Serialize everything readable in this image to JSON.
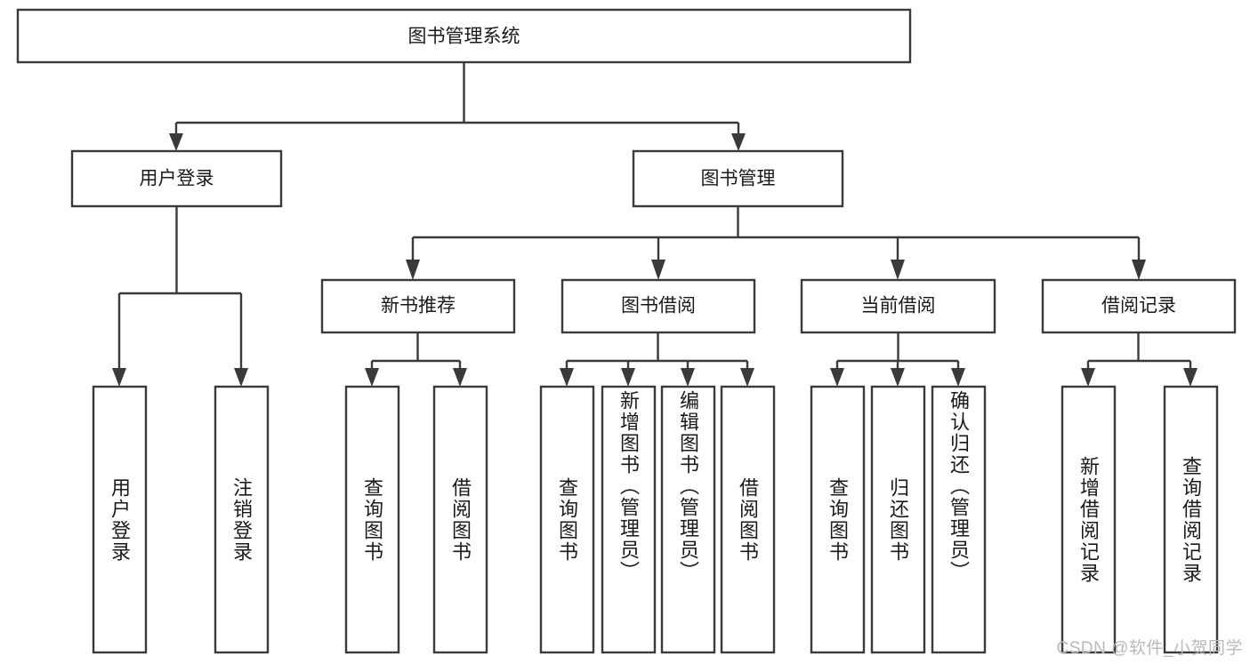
{
  "diagram": {
    "title": "图书管理系统",
    "type": "tree-hierarchy-diagram",
    "colors": {
      "stroke": "#3a3a3a",
      "box_fill": "#ffffff",
      "text": "#1a1a1a",
      "background": "#ffffff",
      "watermark": "#b9b9b9"
    },
    "root": {
      "label": "图书管理系统"
    },
    "level2": [
      {
        "label": "用户登录"
      },
      {
        "label": "图书管理"
      }
    ],
    "level3": [
      {
        "label": "新书推荐"
      },
      {
        "label": "图书借阅"
      },
      {
        "label": "当前借阅"
      },
      {
        "label": "借阅记录"
      }
    ],
    "leaves": {
      "user_login": [
        {
          "label": "用户登录"
        },
        {
          "label": "注销登录"
        }
      ],
      "new_book_recommend": [
        {
          "label": "查询图书"
        },
        {
          "label": "借阅图书"
        }
      ],
      "book_borrow": [
        {
          "label": "查询图书"
        },
        {
          "label": "新增图书（管理员）"
        },
        {
          "label": "编辑图书（管理员）"
        },
        {
          "label": "借阅图书"
        }
      ],
      "current_borrow": [
        {
          "label": "查询图书"
        },
        {
          "label": "归还图书"
        },
        {
          "label": "确认归还（管理员）"
        }
      ],
      "borrow_record": [
        {
          "label": "新增借阅记录"
        },
        {
          "label": "查询借阅记录"
        }
      ]
    }
  },
  "watermark": {
    "text": "CSDN @软件_小贺同学"
  }
}
